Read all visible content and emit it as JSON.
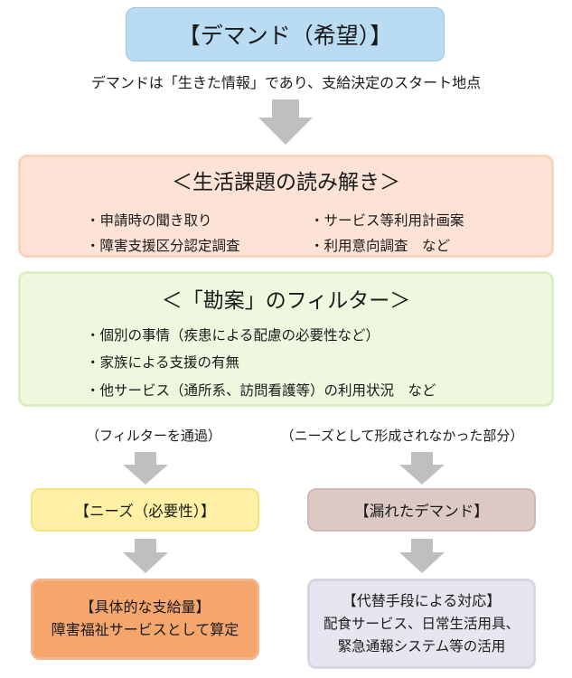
{
  "demand": {
    "title": "【デマンド（希望）】",
    "description": "デマンドは「生きた情報」であり、支給決定のスタート地点"
  },
  "life_issues": {
    "title": "＜生活課題の読み解き＞",
    "items": [
      "・申請時の聞き取り",
      "・サービス等利用計画案",
      "・障害支援区分認定調査",
      "・利用意向調査　など"
    ]
  },
  "filter": {
    "title": "＜「勘案」のフィルター＞",
    "items": [
      "・個別の事情（疾患による配慮の必要性など）",
      "・家族による支援の有無",
      "・他サービス（通所系、訪問看護等）の利用状況　など"
    ]
  },
  "branch_labels": {
    "passed": "（フィルターを通過）",
    "not_formed": "（ニーズとして形成されなかった部分）"
  },
  "needs": {
    "title": "【ニーズ（必要性）】"
  },
  "leaked_demand": {
    "title": "【漏れたデマンド】"
  },
  "supply": {
    "title": "【具体的な支給量】",
    "text": "障害福祉サービスとして算定"
  },
  "alternative": {
    "title": "【代替手段による対応】",
    "line1": "配食サービス、日常生活用具、",
    "line2": "緊急通報システム等の活用"
  },
  "colors": {
    "demand_fill": "#b9dcf2",
    "life_fill": "#fde3d6",
    "filter_fill": "#eef8df",
    "needs_fill": "#fff0a6",
    "leaked_fill": "#dcc9c5",
    "supply_fill": "#f5a66d",
    "alternative_fill": "#e6e6f0",
    "arrow": "#bfbfbf"
  }
}
